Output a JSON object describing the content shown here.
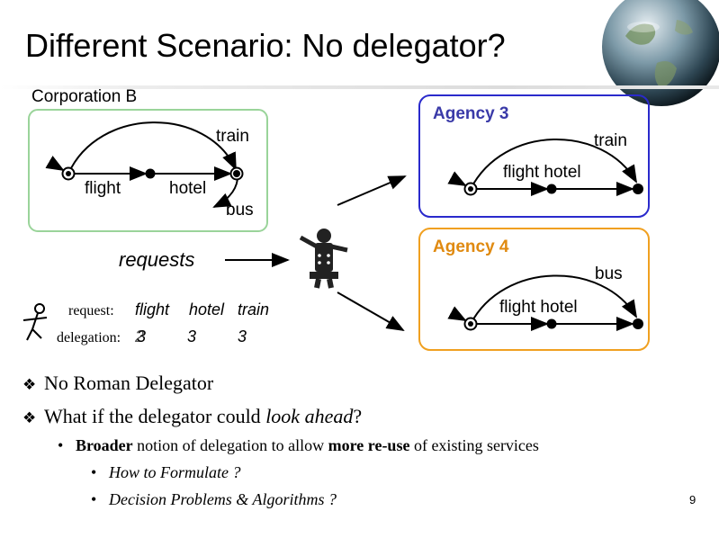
{
  "slide": {
    "title": "Different Scenario: No delegator?",
    "page_number": "9"
  },
  "corporation": {
    "label": "Corporation B",
    "edges": {
      "top": "train",
      "left": "flight",
      "middle": "hotel",
      "right": "bus"
    }
  },
  "agency3": {
    "title": "Agency 3",
    "edges": {
      "top": "train",
      "bottom": "flight  hotel"
    }
  },
  "agency4": {
    "title": "Agency 4",
    "edges": {
      "top": "bus",
      "bottom": "flight  hotel"
    }
  },
  "requests_label": "requests",
  "request_row": {
    "label": "request:",
    "items": [
      "flight",
      "hotel",
      "train"
    ]
  },
  "delegation_row": {
    "label": "delegation:",
    "values": [
      "3",
      "3",
      "3"
    ],
    "overlap_value": "2"
  },
  "bullets": [
    {
      "marker": "❖",
      "text": "No Roman Delegator"
    },
    {
      "marker": "❖",
      "text_before": "What if the delegator could ",
      "text_italic": "look ahead",
      "text_after": "?"
    }
  ],
  "sub_bullet": {
    "marker": "•",
    "bold1": "Broader",
    "text1": " notion of delegation to allow ",
    "bold2": "more re-use",
    "text2": " of existing services"
  },
  "sub_sub_bullets": [
    {
      "marker": "•",
      "text": "How to Formulate ?"
    },
    {
      "marker": "•",
      "text": "Decision Problems & Algorithms ?"
    }
  ],
  "colors": {
    "corp_border": "#9ad49a",
    "agency3_border": "#2a2acc",
    "agency4_border": "#f0a020",
    "agency3_title": "#3a3aa8",
    "agency4_title": "#e08a10"
  },
  "icons": [
    "globe-icon",
    "stick-figure-icon",
    "delegator-figure-icon"
  ]
}
